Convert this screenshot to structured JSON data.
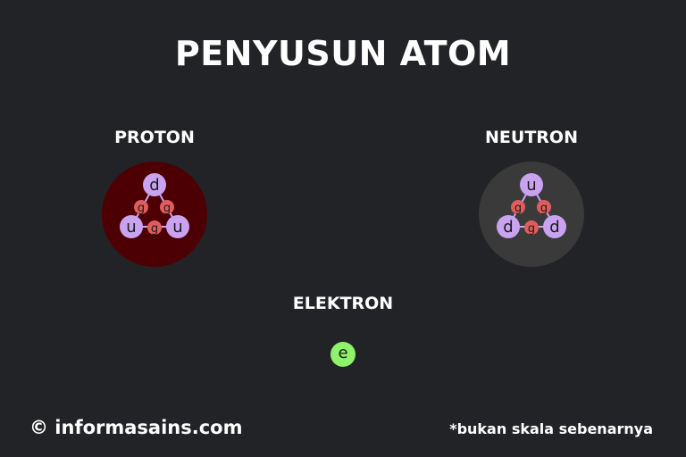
{
  "title": "PENYUSUN ATOM",
  "proton": {
    "label": "PROTON",
    "quarks": [
      "d",
      "u",
      "u"
    ],
    "gluon": "g",
    "color": "#4d0003"
  },
  "neutron": {
    "label": "NEUTRON",
    "quarks": [
      "u",
      "d",
      "d"
    ],
    "gluon": "g",
    "color": "#3a3a3b"
  },
  "electron": {
    "label": "ELEKTRON",
    "symbol": "e",
    "color": "#8ef26a"
  },
  "colors": {
    "background": "#222326",
    "quark": "#c9a2f0",
    "gluon": "#e05d5d"
  },
  "footer": {
    "copyright": "© informasains.com",
    "note": "*bukan skala sebenarnya"
  }
}
